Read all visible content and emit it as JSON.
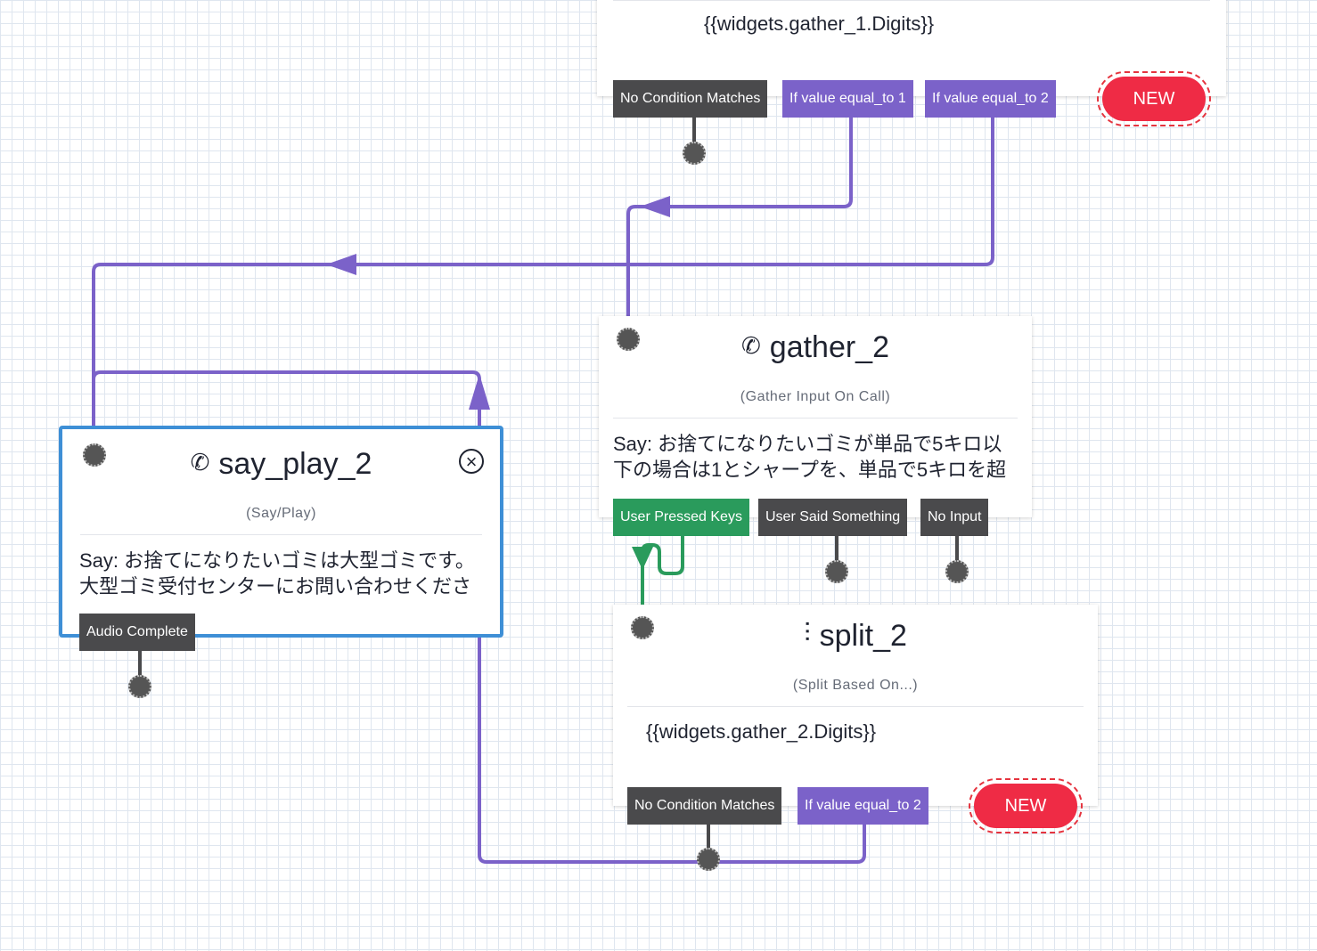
{
  "canvas": {
    "colors": {
      "wire_purple": "#7b62c9",
      "wire_green": "#2a9b5c",
      "selected_border": "#3e8fd6",
      "new_button": "#ef2b45"
    }
  },
  "split_1": {
    "expression": "{{widgets.gather_1.Digits}}",
    "transitions": [
      "No Condition Matches",
      "If value equal_to 1",
      "If value equal_to 2"
    ],
    "new_label": "NEW"
  },
  "gather_2": {
    "icon": "phone-icon",
    "name": "gather_2",
    "type": "(Gather Input On Call)",
    "body_line1": "Say: お捨てになりたいゴミが単品で5キロ以",
    "body_line2": "下の場合は1とシャープを、単品で5キロを超",
    "transitions": [
      "User Pressed Keys",
      "User Said Something",
      "No Input"
    ]
  },
  "say_play_2": {
    "icon": "phone-icon",
    "name": "say_play_2",
    "type": "(Say/Play)",
    "body_line1": "Say: お捨てになりたいゴミは大型ゴミです。",
    "body_line2": "大型ゴミ受付センターにお問い合わせくださ",
    "transitions": [
      "Audio Complete"
    ],
    "close_icon": "close-circle-icon"
  },
  "split_2": {
    "icon": "split-icon",
    "name": "split_2",
    "type": "(Split Based On...)",
    "expression": "{{widgets.gather_2.Digits}}",
    "transitions": [
      "No Condition Matches",
      "If value equal_to 2"
    ],
    "new_label": "NEW"
  }
}
